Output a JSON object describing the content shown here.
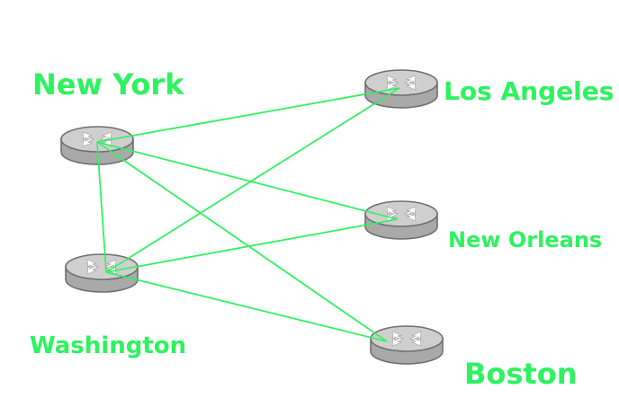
{
  "diagram": {
    "link_color": "#2ef25f",
    "label_color": "#2ef25f",
    "router_color": "#bdbdbd",
    "nodes": [
      {
        "id": "new-york",
        "label": "New York",
        "icon": "router-icon"
      },
      {
        "id": "los-angeles",
        "label": "Los Angeles",
        "icon": "router-icon"
      },
      {
        "id": "new-orleans",
        "label": "New Orleans",
        "icon": "router-icon"
      },
      {
        "id": "washington",
        "label": "Washington",
        "icon": "router-icon"
      },
      {
        "id": "boston",
        "label": "Boston",
        "icon": "router-icon"
      }
    ],
    "links": [
      {
        "from": "new-york",
        "to": "los-angeles"
      },
      {
        "from": "new-york",
        "to": "new-orleans"
      },
      {
        "from": "new-york",
        "to": "boston"
      },
      {
        "from": "new-york",
        "to": "washington"
      },
      {
        "from": "washington",
        "to": "los-angeles"
      },
      {
        "from": "washington",
        "to": "new-orleans"
      },
      {
        "from": "washington",
        "to": "boston"
      }
    ]
  }
}
